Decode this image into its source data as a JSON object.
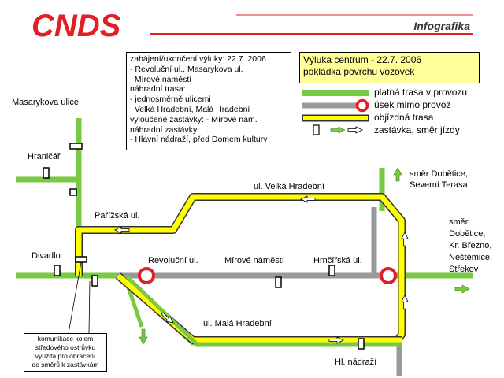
{
  "header": {
    "logo": "CNDS",
    "section": "Infografika"
  },
  "info_box": {
    "lines": [
      "zahájení/ukončení výluky: 22.7. 2006",
      "- Revoluční ul., Masarykova ul.",
      "  Mírové náměstí",
      "náhradní trasa:",
      "- jednosměrně ulicemi",
      "  Velká Hradební, Malá Hradební",
      "vyloučené zastávky: - Mírové nám.",
      "náhradní zastávky:",
      "- Hlavní nádraží, před Domem kultury"
    ]
  },
  "title_box": {
    "line1": "Výluka centrum - 22.7. 2006",
    "line2": "pokládka povrchu vozovek"
  },
  "legend": {
    "items": [
      {
        "label": "platná trasa v provozu",
        "color": "#7ac943"
      },
      {
        "label": "úsek mimo provoz",
        "color": "#999999"
      },
      {
        "label": "objízdná trasa",
        "color": "#ffff00"
      },
      {
        "label": "zastávka, směr jízdy",
        "color": "#000000"
      }
    ]
  },
  "map_labels": {
    "masarykova": "Masarykova ulice",
    "hranicar": "Hraničář",
    "parizska": "Pařížská ul.",
    "divadlo": "Divadlo",
    "revolucni": "Revoluční ul.",
    "mirove": "Mírové náměstí",
    "hrncirska": "Hrnčířská ul.",
    "velka": "ul. Velká Hradební",
    "mala": "ul. Malá Hradební",
    "hl_nadrazi": "Hl. nádraží",
    "dir_dobetice_1": "směr Dobětice,",
    "dir_dobetice_2": "Severní Terasa",
    "dir_east_1": "směr",
    "dir_east_2": "Dobětice,",
    "dir_east_3": "Kr. Březno,",
    "dir_east_4": "Neštěmice,",
    "dir_east_5": "Střekov"
  },
  "note": {
    "lines": [
      "komunikace kolem",
      "středového ostrůvku",
      "využita pro obracení",
      "do směrů k zastávkám"
    ]
  },
  "colors": {
    "active": "#7ac943",
    "closed": "#999999",
    "detour": "#ffff00",
    "logo_red": "#e31e24"
  }
}
